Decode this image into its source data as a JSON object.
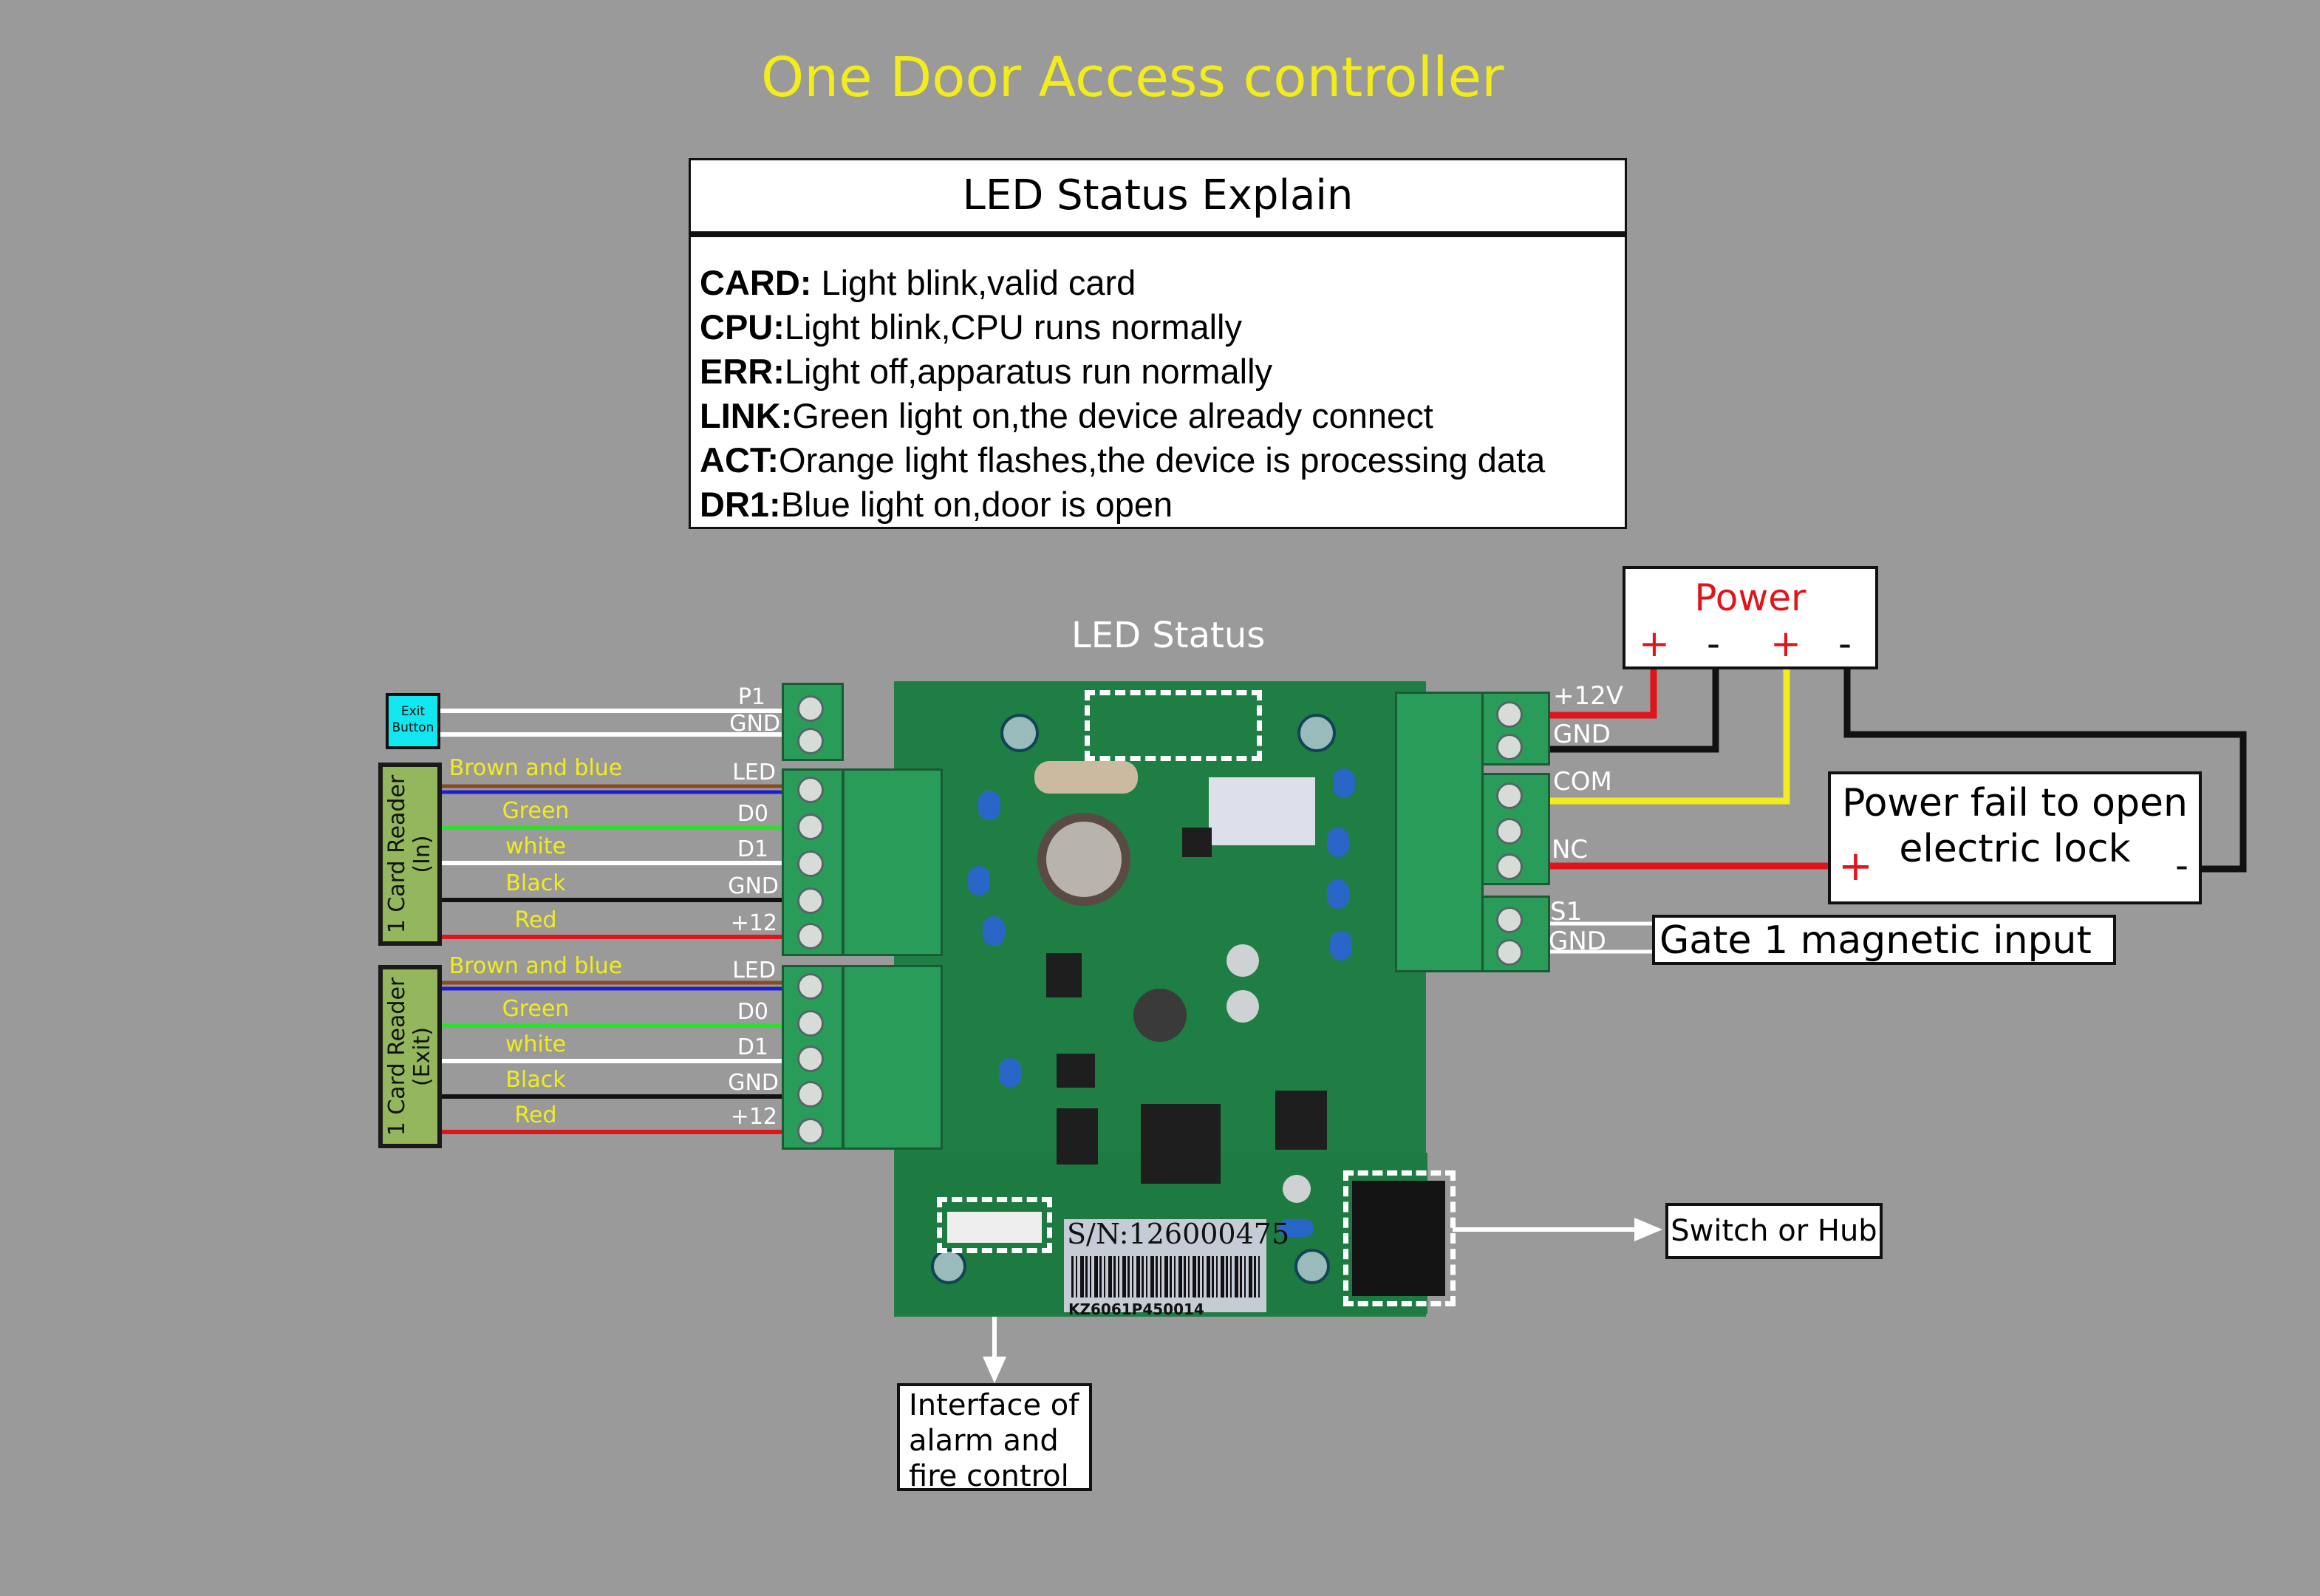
{
  "title": "One Door Access controller",
  "led_explain": {
    "heading": "LED Status Explain",
    "lines": [
      {
        "key": "CARD:",
        "text": " Light blink,valid card"
      },
      {
        "key": "CPU:",
        "text": "Light blink,CPU runs normally"
      },
      {
        "key": "ERR:",
        "text": "Light off,apparatus run normally"
      },
      {
        "key": "LINK:",
        "text": "Green light on,the device already connect"
      },
      {
        "key": "ACT:",
        "text": "Orange light flashes,the device is processing data"
      },
      {
        "key": "DR1:",
        "text": "Blue light on,door is open"
      }
    ]
  },
  "led_status_label": "LED Status",
  "exit_button": {
    "line1": "Exit",
    "line2": "Button"
  },
  "reader_in": {
    "line1": "1 Card Reader",
    "line2": "(In)"
  },
  "reader_exit": {
    "line1": "1 Card Reader",
    "line2": "(Exit)"
  },
  "left_pins": {
    "p1": "P1",
    "gnd0": "GND",
    "in": [
      "LED",
      "D0",
      "D1",
      "GND",
      "+12"
    ],
    "exit": [
      "LED",
      "D0",
      "D1",
      "GND",
      "+12"
    ]
  },
  "wire_colors": {
    "in": [
      "Brown and blue",
      "Green",
      "white",
      "Black",
      "Red"
    ],
    "exit": [
      "Brown and blue",
      "Green",
      "white",
      "Black",
      "Red"
    ]
  },
  "right_pins": [
    "+12V",
    "GND",
    "COM",
    "NC",
    "S1",
    "GND"
  ],
  "power": {
    "label": "Power",
    "signs": [
      "+",
      "-",
      "+",
      "-"
    ]
  },
  "power_fail": {
    "line1": "Power fail to open",
    "line2": "electric lock",
    "plus": "+",
    "minus": "-"
  },
  "gate_input": "Gate 1 magnetic input",
  "switch_hub": "Switch or Hub",
  "interface": [
    "Interface of",
    "alarm and",
    "fire control"
  ],
  "serial": "S/N:126000475",
  "model_code": "KZ6061P450014",
  "colors": {
    "title_yellow": "#f2ec1c",
    "background": "#9a9a9a",
    "board_green": "#1f7e43",
    "power_red": "#e0141b",
    "wire_red": "#e0141b",
    "wire_yellow": "#f2ec1c",
    "wire_black": "#111111",
    "wire_white": "#ffffff",
    "wire_brown": "#8a4b1f",
    "wire_blue": "#1d1dd6",
    "wire_green": "#2ee02e"
  }
}
